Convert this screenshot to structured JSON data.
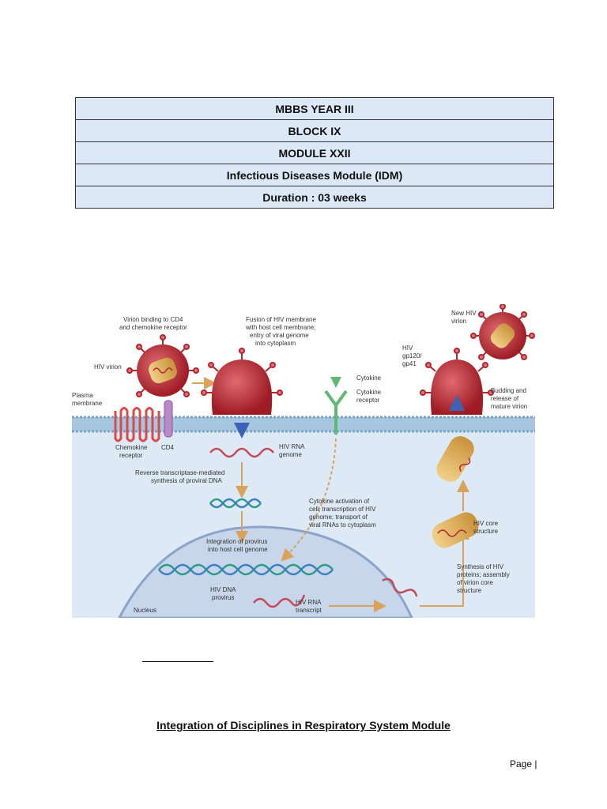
{
  "header": {
    "rows": [
      "MBBS YEAR III",
      "BLOCK IX",
      "MODULE XXII",
      "Infectious Diseases Module (IDM)",
      "Duration : 03 weeks"
    ]
  },
  "figure": {
    "labels": {
      "virion_binding": [
        "Virion binding to CD4",
        "and chemokine receptor"
      ],
      "fusion": [
        "Fusion of HIV membrane",
        "with host cell membrane;",
        "entry of viral genome",
        "into cytoplasm"
      ],
      "hiv_virion": "HIV virion",
      "plasma_membrane": [
        "Plasma",
        "membrane"
      ],
      "chemokine_receptor": [
        "Chemokine",
        "receptor"
      ],
      "cd4": "CD4",
      "cytokine": "Cytokine",
      "cytokine_receptor": [
        "Cytokine",
        "receptor"
      ],
      "new_hiv_virion": [
        "New HIV",
        "virion"
      ],
      "gp120": [
        "HIV",
        "gp120/",
        "gp41"
      ],
      "budding": [
        "Budding and",
        "release of",
        "mature virion"
      ],
      "hiv_rna_genome": [
        "HIV RNA",
        "genome"
      ],
      "reverse_transcriptase": [
        "Reverse transcriptase-mediated",
        "synthesis of proviral DNA"
      ],
      "cytokine_activation": [
        "Cytokine activation of",
        "cell; transcription of HIV",
        "genome; transport of",
        "viral RNAs to cytoplasm"
      ],
      "integration": [
        "Integration of provirus",
        "into host cell genome"
      ],
      "hiv_core": [
        "HIV core",
        "structure"
      ],
      "synthesis": [
        "Synthesis of HIV",
        "proteins; assembly",
        "of virion core",
        "structure"
      ],
      "hiv_dna_provirus": [
        "HIV DNA",
        "provirus"
      ],
      "hiv_rna_transcript": [
        "HIV RNA",
        "transcript"
      ],
      "nucleus": "Nucleus"
    },
    "colors": {
      "cytoplasm": "#dde9f4",
      "nucleus": "#c7d6ea",
      "membrane": "#8fb6d6",
      "virion": "#b3262e",
      "core": "#e2b55c",
      "arrow": "#d9a35b",
      "receptor_red": "#d94a4a",
      "cd4": "#b98ac7",
      "cytokine_green": "#5fb874"
    }
  },
  "section": {
    "title": "Integration of Disciplines in Respiratory System Module"
  },
  "footer": {
    "page_label": "Page"
  }
}
